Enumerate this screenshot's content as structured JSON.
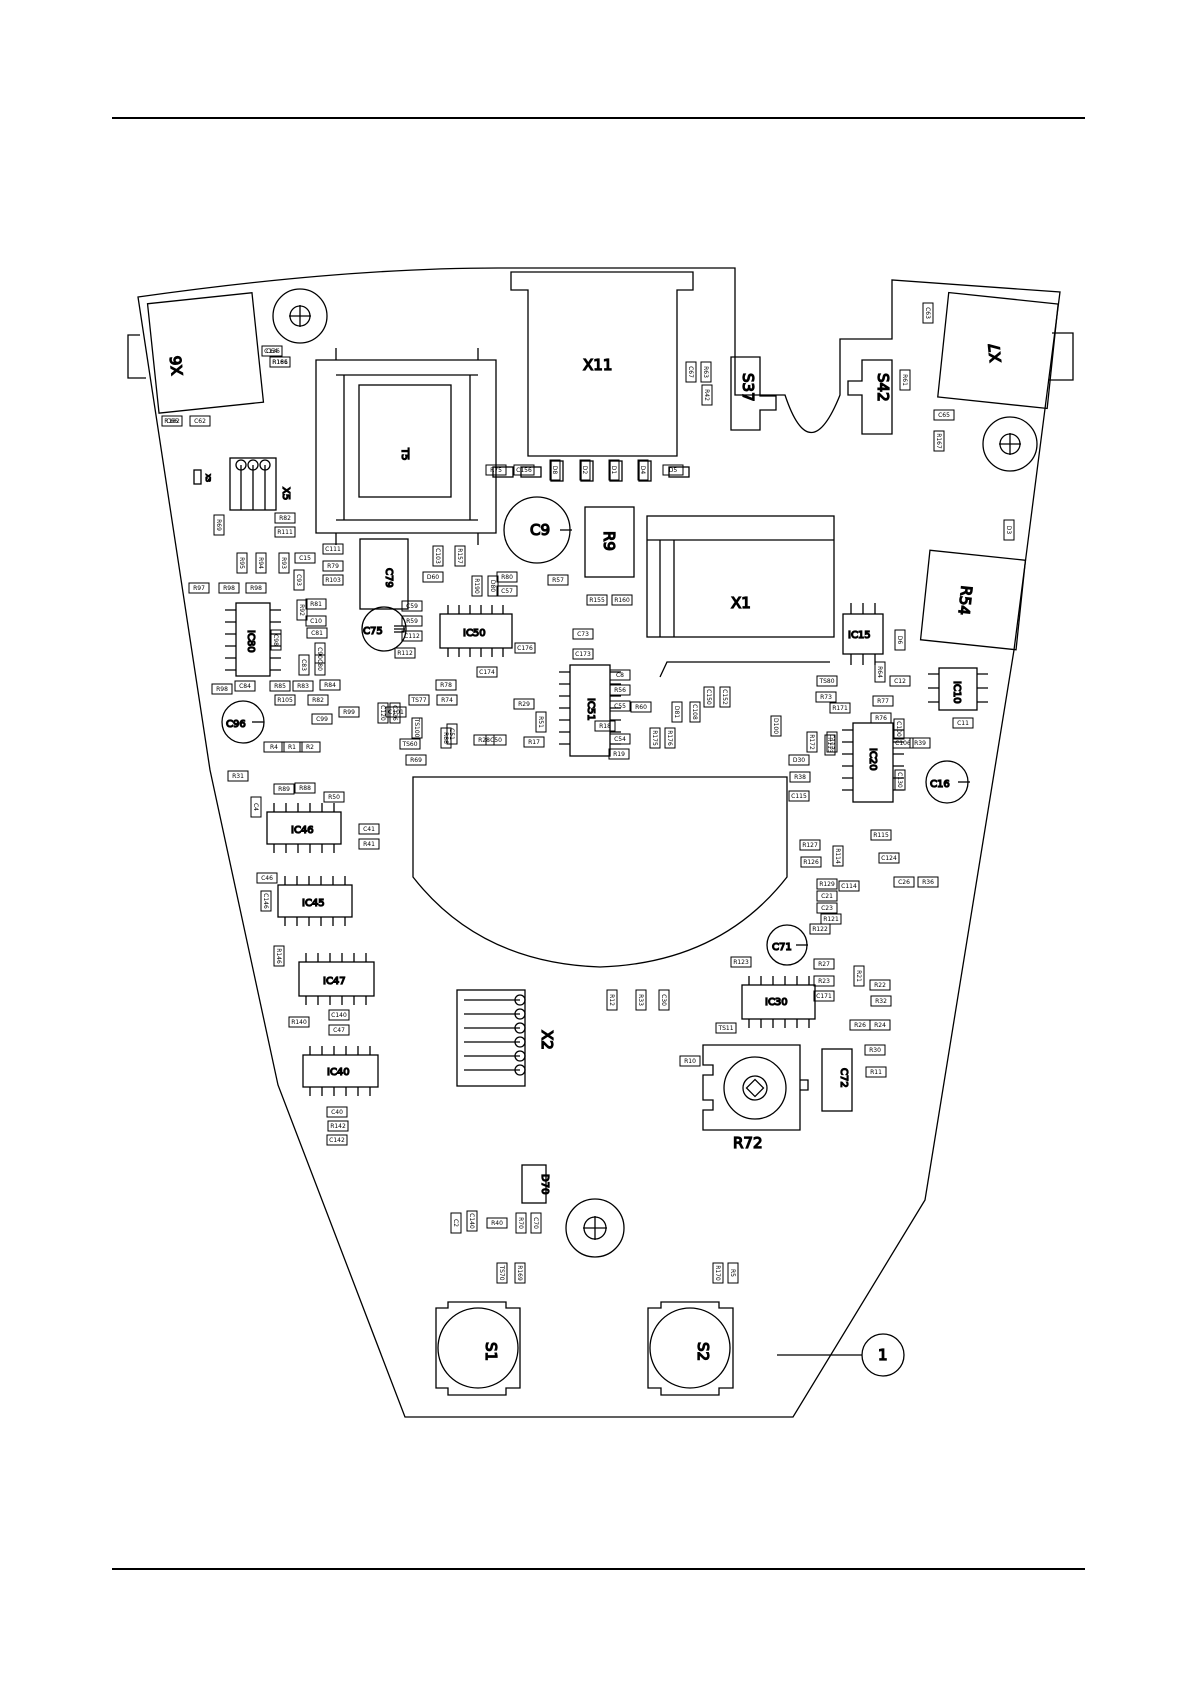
{
  "callout": "1",
  "labels": {
    "X11": "X11",
    "X6": "X6",
    "X7": "X7",
    "X5": "X5",
    "X3": "X3",
    "T5": "T5",
    "S37": "S37",
    "S42": "S42",
    "C9": "C9",
    "R9": "R9",
    "X1": "X1",
    "R54": "R54",
    "C79": "C79",
    "C75": "C75",
    "IC50": "IC50",
    "IC80": "IC80",
    "IC15": "IC15",
    "IC10": "IC10",
    "IC51": "IC51",
    "IC20": "IC20",
    "C96": "C96",
    "C16": "C16",
    "IC46": "IC46",
    "IC45": "IC45",
    "IC47": "IC47",
    "IC40": "IC40",
    "X2": "X2",
    "IC30": "IC30",
    "C71": "C71",
    "C72": "C72",
    "R72": "R72",
    "D70": "D70",
    "S1": "S1",
    "S2": "S2",
    "pin1": "1"
  },
  "small_parts": [
    "C64",
    "R166",
    "C66",
    "C62",
    "C63",
    "C65",
    "R167",
    "C67",
    "R63",
    "R61",
    "R42",
    "R69",
    "R82",
    "R111",
    "C111",
    "R79",
    "R103",
    "C103",
    "R157",
    "R80",
    "C57",
    "R57",
    "R155",
    "R160",
    "D60",
    "C59",
    "R59",
    "C112",
    "R112",
    "C176",
    "R75",
    "C156",
    "D8",
    "D2",
    "D1",
    "D4",
    "D5",
    "D3",
    "D6",
    "R64",
    "C12",
    "C11",
    "C10",
    "C15",
    "R81",
    "C81",
    "C83",
    "C80",
    "R83",
    "R84",
    "R85",
    "C84",
    "R105",
    "R82",
    "C99",
    "R99",
    "C101",
    "TS100",
    "TS77",
    "R78",
    "R74",
    "C174",
    "C73",
    "C173",
    "C8",
    "R56",
    "R60",
    "C55",
    "C54",
    "R19",
    "R18",
    "R51",
    "R29",
    "R28",
    "R17",
    "C51",
    "C50",
    "TS60",
    "R69",
    "R88",
    "TS80",
    "D100",
    "R73",
    "R77",
    "R76",
    "C100",
    "C106",
    "R39",
    "D30",
    "R38",
    "C115",
    "R115",
    "C124",
    "R114",
    "C114",
    "C26",
    "R36",
    "R127",
    "R126",
    "R129",
    "C21",
    "C23",
    "R121",
    "R122",
    "R123",
    "R27",
    "R23",
    "C171",
    "R21",
    "R22",
    "R32",
    "R26",
    "R24",
    "R30",
    "R11",
    "R10",
    "TS11",
    "R12",
    "R33",
    "C30",
    "R31",
    "R89",
    "R88",
    "R50",
    "C4",
    "C41",
    "R41",
    "C46",
    "C146",
    "R146",
    "R140",
    "C140",
    "C47",
    "C40",
    "R142",
    "C142",
    "C2",
    "C140",
    "R40",
    "R70",
    "C70",
    "TS70",
    "R169",
    "R170",
    "R5",
    "R4",
    "R1",
    "R2",
    "R97",
    "R98",
    "R98",
    "R94",
    "R95",
    "R93",
    "C93",
    "R92",
    "R98",
    "C98",
    "C90",
    "R190",
    "D80",
    "D81",
    "C108",
    "C150",
    "C152",
    "R175",
    "R176",
    "R171",
    "R172",
    "C113",
    "R113",
    "C130",
    "C120",
    "C126",
    "C136",
    "R181",
    "R182"
  ]
}
